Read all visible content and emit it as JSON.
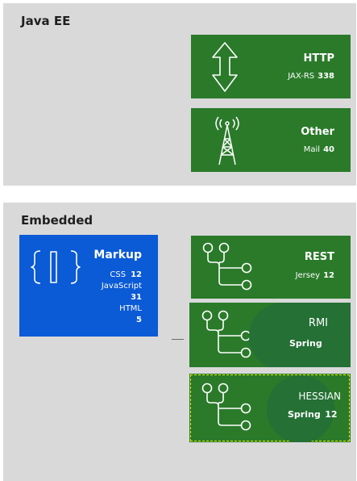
{
  "sections": {
    "javaee": {
      "title": "Java EE",
      "tiles": [
        {
          "icon": "up-down-arrow-icon",
          "title": "HTTP",
          "meta_label": "JAX-RS",
          "meta_value": "338"
        },
        {
          "icon": "radio-tower-icon",
          "title": "Other",
          "meta_label": "Mail",
          "meta_value": "40"
        }
      ]
    },
    "embedded": {
      "title": "Embedded",
      "markup": {
        "icon": "braces-icon",
        "title": "Markup",
        "items": [
          {
            "label": "CSS",
            "value": "12"
          },
          {
            "label": "JavaScript",
            "value": "31"
          },
          {
            "label": "HTML",
            "value": "5"
          }
        ]
      },
      "tiles": [
        {
          "icon": "branch-icon",
          "title": "REST",
          "meta_label": "Jersey",
          "meta_value": "12"
        },
        {
          "icon": "branch-icon",
          "title": "RMI",
          "meta_label": "Spring",
          "meta_value": ""
        },
        {
          "icon": "branch-icon",
          "title": "HESSIAN",
          "meta_label": "Spring",
          "meta_value": "12"
        }
      ]
    }
  },
  "colors": {
    "panel_bg": "#d9d9d9",
    "tile_green": "#2a7a2a",
    "tile_blue": "#0b5ad6",
    "highlight_dash": "#e6f000"
  }
}
